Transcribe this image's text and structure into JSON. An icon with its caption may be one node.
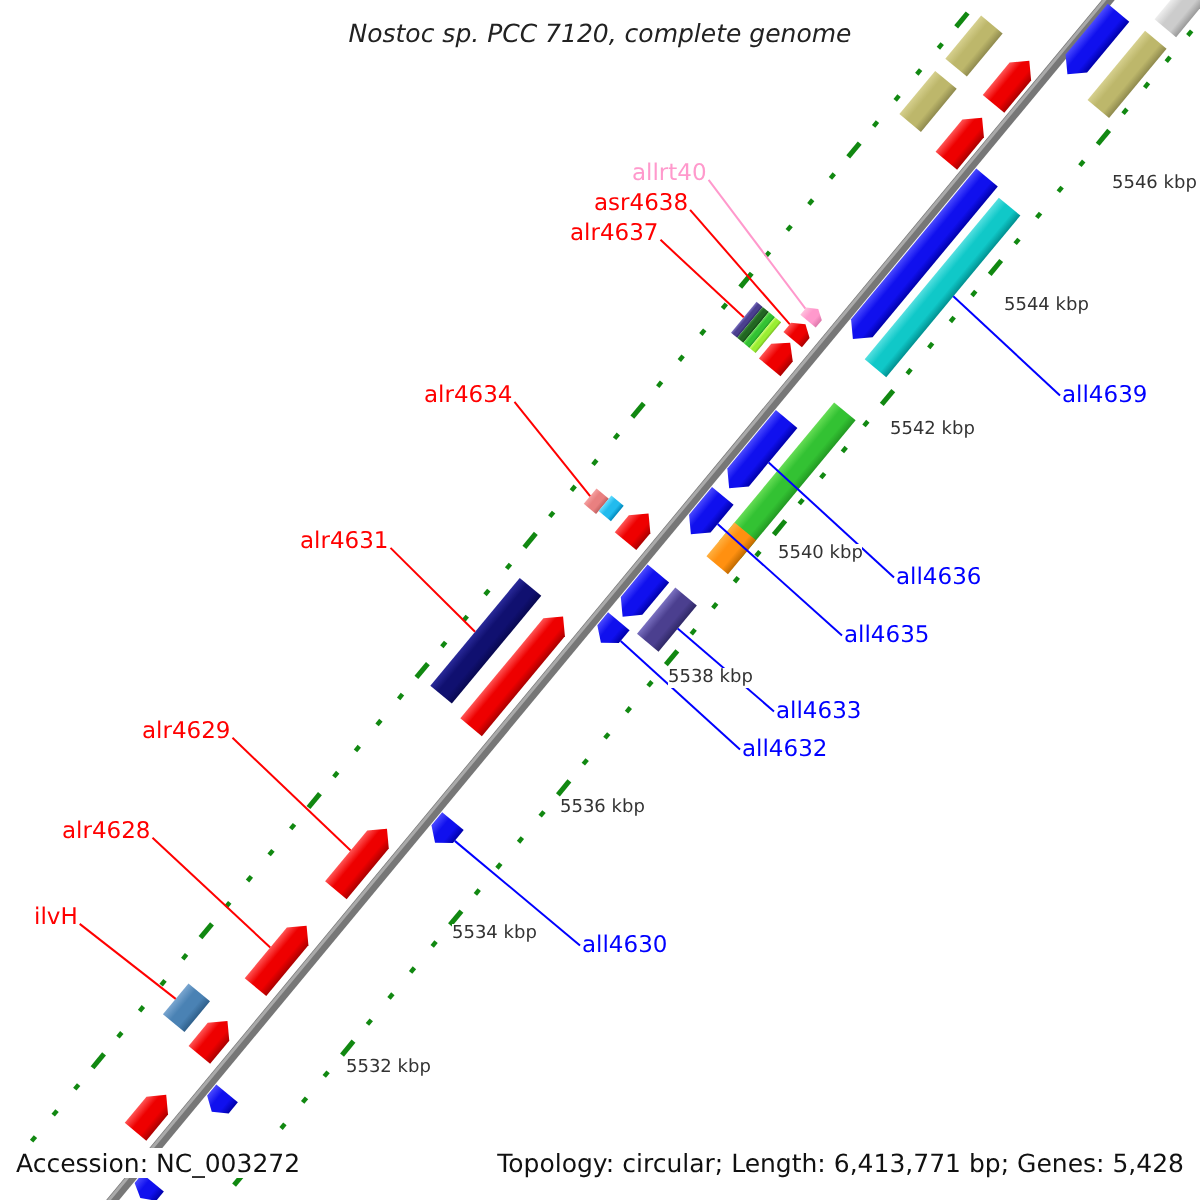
{
  "diagram": {
    "title": "Nostoc sp. PCC 7120, complete genome",
    "nodes": [
      {
        "text": [
          "allrt40"
        ]
      },
      {
        "text": [
          "asr4638"
        ]
      },
      {
        "text": [
          "alr4637"
        ]
      },
      {
        "text": [
          "all4639"
        ]
      },
      {
        "text": [
          "alr4634"
        ]
      },
      {
        "text": [
          "alr4631"
        ]
      },
      {
        "text": [
          "all4636"
        ]
      },
      {
        "text": [
          "all4635"
        ]
      },
      {
        "text": [
          "all4633"
        ]
      },
      {
        "text": [
          "all4632"
        ]
      },
      {
        "text": [
          "alr4629"
        ]
      },
      {
        "text": [
          "alr4628"
        ]
      },
      {
        "text": [
          "ilvH"
        ]
      },
      {
        "text": [
          "all4630"
        ]
      },
      {
        "text": [],
        "shape": "box"
      },
      {
        "text": [],
        "shape": "pentagon"
      },
      {
        "text": [],
        "shape": "box"
      },
      {
        "text": [],
        "shape": "box"
      },
      {
        "text": [],
        "shape": "pentagon"
      },
      {
        "text": [],
        "shape": "box"
      },
      {
        "text": [],
        "shape": "pentagon"
      },
      {
        "text": [],
        "shape": "pentagon"
      },
      {
        "text": [],
        "shape": "box"
      },
      {
        "text": [],
        "shape": "pentagon"
      },
      {
        "text": [],
        "shape": "box"
      },
      {
        "text": [],
        "shape": "box"
      },
      {
        "text": [],
        "shape": "box"
      },
      {
        "text": [],
        "shape": "pentagon"
      },
      {
        "text": [],
        "shape": "box"
      },
      {
        "text": [],
        "shape": "pentagon"
      },
      {
        "text": [],
        "shape": "pentagon"
      },
      {
        "text": [],
        "shape": "box"
      },
      {
        "text": [],
        "shape": "box"
      },
      {
        "text": [],
        "shape": "box"
      },
      {
        "text": [],
        "shape": "pentagon"
      },
      {
        "text": [],
        "shape": "pentagon"
      },
      {
        "text": [],
        "shape": "box"
      },
      {
        "text": [],
        "shape": "pentagon"
      },
      {
        "text": [],
        "shape": "box"
      },
      {
        "text": [],
        "shape": "pentagon"
      },
      {
        "text": [],
        "shape": "box"
      },
      {
        "text": [],
        "shape": "pentagon"
      },
      {
        "text": [],
        "shape": "pentagon"
      },
      {
        "text": [],
        "shape": "pentagon"
      },
      {
        "text": [],
        "shape": "pentagon"
      },
      {
        "text": [],
        "shape": "box"
      },
      {
        "text": [],
        "shape": "pentagon"
      },
      {
        "text": [],
        "shape": "pentagon"
      },
      {
        "text": [],
        "shape": "pentagon"
      },
      {
        "text": [],
        "shape": "pentagon"
      }
    ],
    "edges": [
      {
        "from": 0,
        "to": 23,
        "arrow": "none",
        "color": "#ff99cc"
      },
      {
        "from": 1,
        "to": 27,
        "arrow": "none",
        "color": "#ff0000"
      },
      {
        "from": 2,
        "to": 24,
        "arrow": "none",
        "color": "#ff0000"
      },
      {
        "from": 3,
        "to": 22,
        "arrow": "none",
        "color": "#0000ff"
      },
      {
        "from": 4,
        "to": 32,
        "arrow": "none",
        "color": "#ff0000"
      },
      {
        "from": 5,
        "to": 40,
        "arrow": "none",
        "color": "#ff0000"
      },
      {
        "from": 6,
        "to": 30,
        "arrow": "none",
        "color": "#0000ff"
      },
      {
        "from": 7,
        "to": 34,
        "arrow": "none",
        "color": "#0000ff"
      },
      {
        "from": 8,
        "to": 38,
        "arrow": "none",
        "color": "#0000ff"
      },
      {
        "from": 9,
        "to": 39,
        "arrow": "none",
        "color": "#0000ff"
      },
      {
        "from": 10,
        "to": 43,
        "arrow": "none",
        "color": "#ff0000"
      },
      {
        "from": 11,
        "to": 44,
        "arrow": "none",
        "color": "#ff0000"
      },
      {
        "from": 12,
        "to": 45,
        "arrow": "none",
        "color": "#ff0000"
      },
      {
        "from": 13,
        "to": 42,
        "arrow": "none",
        "color": "#0000ff"
      }
    ],
    "labels": [
      "5546 kbp",
      "5544 kbp",
      "5542 kbp",
      "5540 kbp",
      "5538 kbp",
      "5536 kbp",
      "5534 kbp",
      "5532 kbp",
      "Accession: NC_003272",
      "Topology: circular; Length: 6,413,771 bp; Genes: 5,428"
    ]
  }
}
